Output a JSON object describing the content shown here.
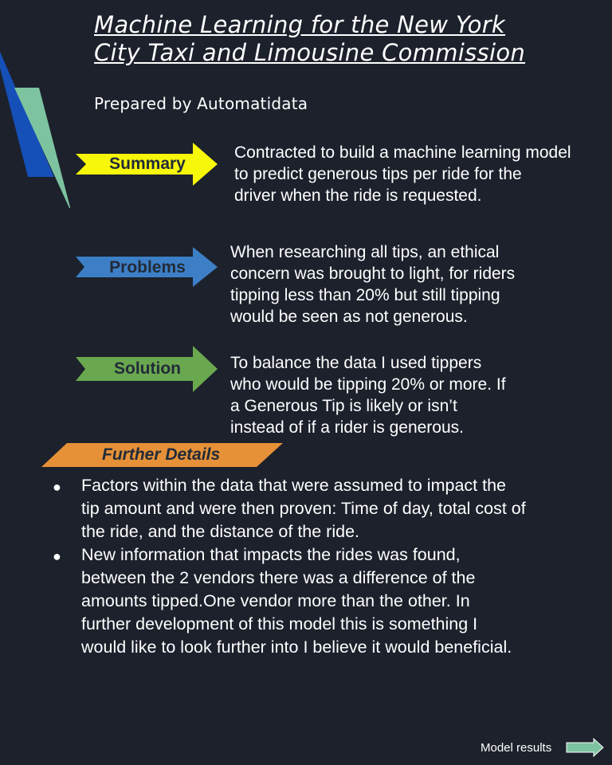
{
  "header": {
    "title_line1": "Machine Learning for the New York",
    "title_line2": "City Taxi and Limousine Commission",
    "subtitle": "Prepared by Automatidata"
  },
  "colors": {
    "background": "#1c212c",
    "summary": "#f7f70a",
    "problems": "#3d7fc7",
    "solution": "#6aa84f",
    "further_details": "#e69138",
    "deco_blue": "#1550b8",
    "deco_green": "#7dc3a0",
    "nav_arrow": "#7dc3a0"
  },
  "sections": {
    "summary": {
      "label": "Summary",
      "lines": [
        "Contracted to build a machine learning model",
        "to predict generous tips per ride for the",
        "driver when the ride is requested."
      ]
    },
    "problems": {
      "label": "Problems",
      "lines": [
        "When researching all tips, an ethical",
        "concern was brought to light, for riders",
        "tipping less than 20% but still tipping",
        "would be seen as not generous."
      ]
    },
    "solution": {
      "label": "Solution",
      "lines": [
        "To balance the data I used tippers",
        "who would be tipping 20% or more. If",
        "a Generous Tip is likely or isn’t",
        "instead of if a rider is generous."
      ]
    }
  },
  "further_details": {
    "label": "Further Details",
    "bullet_symbol": "●",
    "items": [
      {
        "lines": [
          "Factors within the data that were assumed to impact the",
          "tip amount and were then proven: Time of day, total cost of",
          "the ride, and the distance of the ride."
        ]
      },
      {
        "lines": [
          "New information that impacts the rides was found,",
          "between the 2 vendors there was a difference of the",
          "amounts tipped.One vendor more than the other. In",
          "further development of this model this is something I",
          "would like to look further into I believe it would beneficial."
        ]
      }
    ]
  },
  "footer": {
    "next_label": "Model results",
    "next_icon": "right-arrow-icon"
  }
}
